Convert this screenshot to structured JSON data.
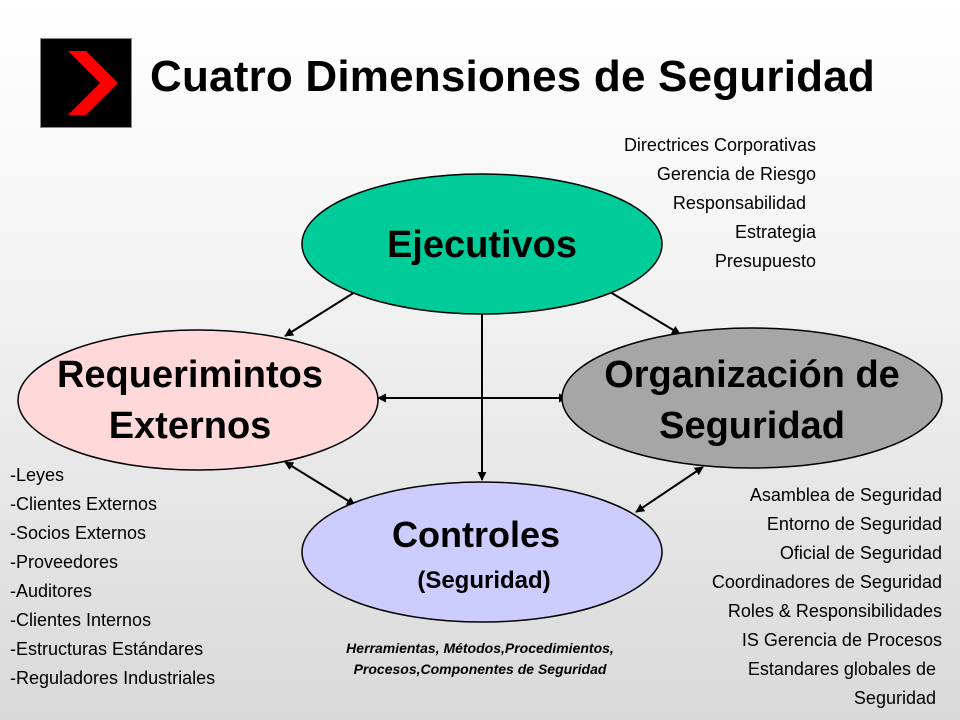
{
  "title": "Cuatro Dimensiones de Seguridad",
  "logo_icon": "chevron-right-icon",
  "colors": {
    "ejecutivos": "#00cc99",
    "externos": "#ffd9d9",
    "organizacion": "#a6a6a6",
    "controles": "#ccccff",
    "logo_chevron": "#ff0000"
  },
  "nodes": {
    "ejecutivos": {
      "lines": [
        "Ejecutivos"
      ]
    },
    "externos": {
      "lines": [
        "Requerimintos",
        "Externos"
      ]
    },
    "organizacion": {
      "lines": [
        "Organización de",
        "Seguridad"
      ]
    },
    "controles": {
      "lines": [
        "Controles",
        "(Seguridad)"
      ]
    }
  },
  "ejecutivos_items": [
    "Directrices Corporativas",
    "Gerencia de Riesgo",
    "Responsabilidad",
    "Estrategia",
    "Presupuesto"
  ],
  "externos_items": [
    "-Leyes",
    "-Clientes Externos",
    "-Socios Externos",
    "-Proveedores",
    "-Auditores",
    "-Clientes Internos",
    "-Estructuras Estándares",
    "-Reguladores Industriales"
  ],
  "organizacion_items": [
    "Asamblea de Seguridad",
    "Entorno de Seguridad",
    "Oficial de Seguridad",
    "Coordinadores de Seguridad",
    "Roles & Responsibilidades",
    "IS Gerencia de Procesos",
    "Estandares globales de",
    "Seguridad"
  ],
  "controles_items": [
    "Herramientas, Métodos,Procedimientos,",
    "Procesos,Componentes de Seguridad"
  ]
}
